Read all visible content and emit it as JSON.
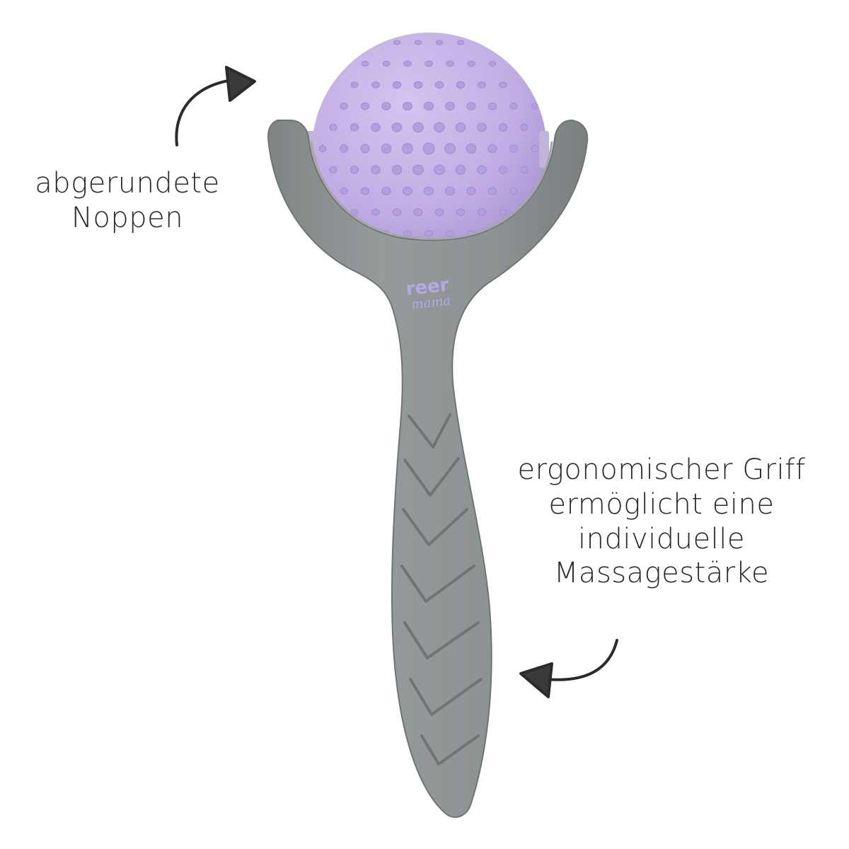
{
  "annotations": {
    "top": {
      "line1": "abgerundete",
      "line2": "Noppen"
    },
    "bottom": {
      "line1": "ergonomischer Griff",
      "line2": "ermöglicht eine",
      "line3": "individuelle",
      "line4": "Massagestärke"
    }
  },
  "product": {
    "logo_main": "reer",
    "logo_sub": "mama"
  },
  "colors": {
    "background": "#ffffff",
    "handle": "#8e9394",
    "handle_dark": "#757a7b",
    "ball": "#c4b1e6",
    "ball_dark": "#a996d2",
    "logo": "#b7a6e8",
    "ink": "#2b2b2b"
  },
  "icons": [
    "arrow-up-right-icon",
    "arrow-left-icon"
  ]
}
